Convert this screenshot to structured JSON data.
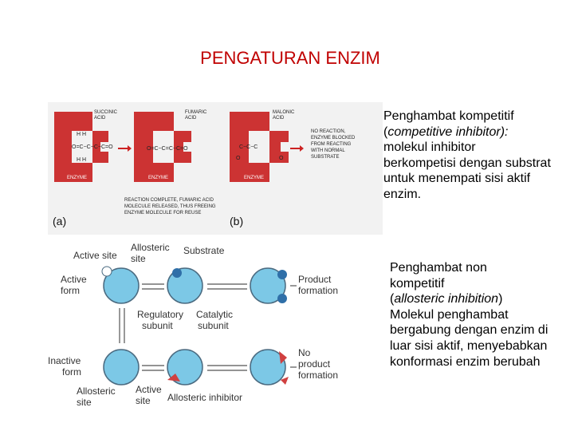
{
  "title": "PENGATURAN ENZIM",
  "competitive": {
    "heading": "Penghambat kompetitif",
    "paren_open": "(",
    "term": "competitive inhibitor):",
    "body": "molekul inhibitor berkompetisi dengan substrat  untuk menempati sisi aktif enzim."
  },
  "noncompetitive": {
    "heading": "Penghambat non kompetitif",
    "paren_open": "(",
    "term": "allosteric inhibition",
    "paren_close": ")",
    "body": "Molekul penghambat bergabung dengan enzim di luar sisi aktif, menyebabkan konformasi  enzim berubah"
  },
  "figure_top": {
    "label_succinic": [
      "SUCCINIC",
      "ACID"
    ],
    "label_fumaric": [
      "FUMARIC",
      "ACID"
    ],
    "label_malonic": [
      "MALONIC",
      "ACID"
    ],
    "enzyme_label": "ENZYME",
    "no_reaction": [
      "NO REACTION,",
      "ENZYME BLOCKED",
      "FROM REACTING",
      "WITH NORMAL",
      "SUBSTRATE"
    ],
    "complete": [
      "REACTION COMPLETE, FUMARIC ACID",
      "MOLECULE RELEASED, THUS FREEING",
      "ENZYME MOLECULE FOR REUSE"
    ],
    "panel_a": "(a)",
    "panel_b": "(b)",
    "colors": {
      "enzyme": "#cc3333",
      "background": "#f2f2f2",
      "arrow": "#cc2222"
    }
  },
  "figure_bottom": {
    "active_site": "Active site",
    "allosteric_site_top": [
      "Allosteric",
      "site"
    ],
    "substrate": "Substrate",
    "active_form": [
      "Active",
      "form"
    ],
    "product_formation": [
      "Product",
      "formation"
    ],
    "regulatory_subunit": [
      "Regulatory",
      "subunit"
    ],
    "catalytic_subunit": [
      "Catalytic",
      "subunit"
    ],
    "inactive_form": [
      "Inactive",
      "form"
    ],
    "no_product": [
      "No",
      "product",
      "formation"
    ],
    "allosteric_site_bottom": [
      "Allosteric",
      "site"
    ],
    "active_site_bottom": [
      "Active",
      "site"
    ],
    "allosteric_inhibitor": "Allosteric inhibitor",
    "colors": {
      "enzyme": "#7cc8e6",
      "substrate": "#2f6fa8",
      "inhibitor": "#d04040"
    }
  }
}
